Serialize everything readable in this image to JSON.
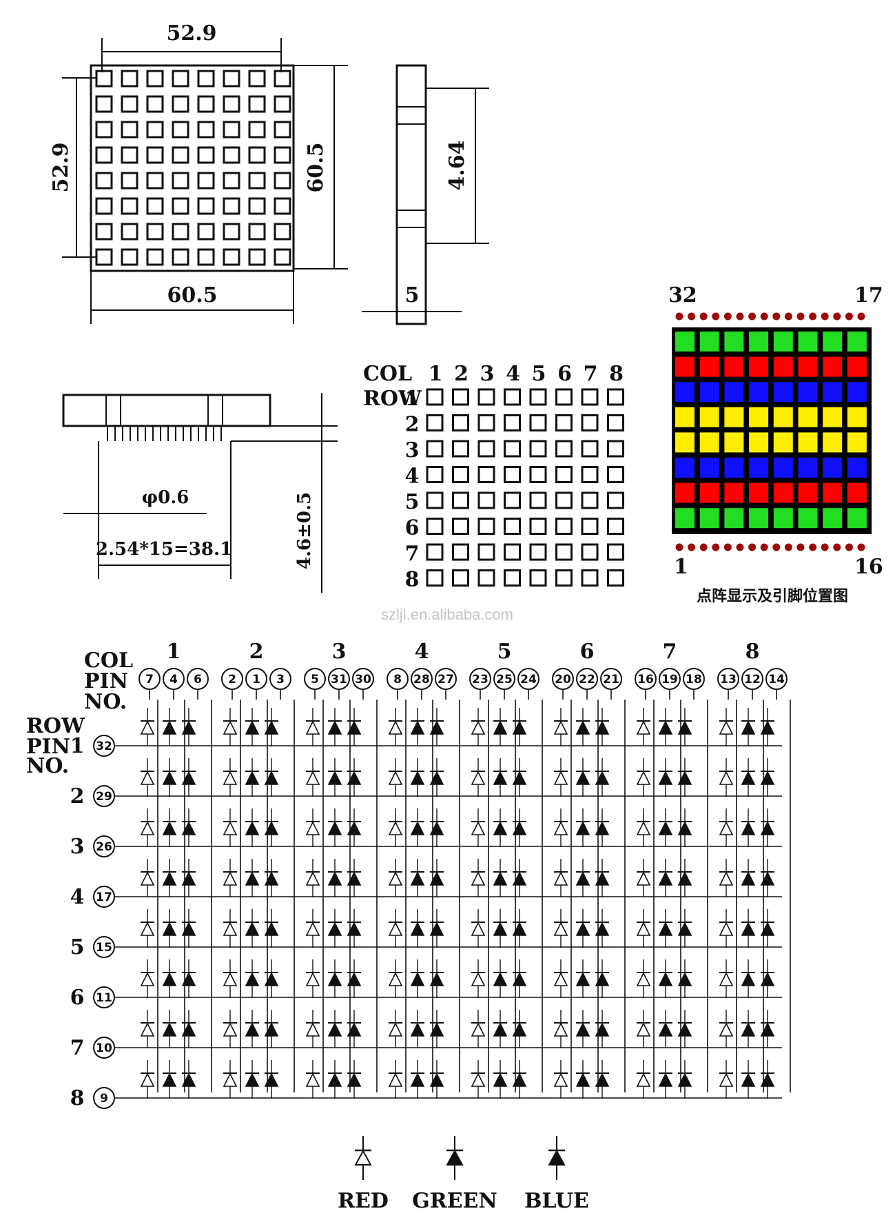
{
  "top_view": {
    "dim_inner_width": "52.9",
    "dim_inner_height": "52.9",
    "dim_outer_height": "60.5",
    "dim_outer_width": "60.5"
  },
  "side_view": {
    "dim_pin_span": "4.64",
    "dim_depth": "5"
  },
  "pin_view": {
    "dim_pin_diameter": "φ0.6",
    "dim_pitch": "2.54*15=38.1",
    "dim_pin_length": "4.6±0.5"
  },
  "grid_view": {
    "col_label": "COL",
    "row_label": "ROW",
    "col_numbers": [
      "1",
      "2",
      "3",
      "4",
      "5",
      "6",
      "7",
      "8"
    ],
    "row_numbers": [
      "1",
      "2",
      "3",
      "4",
      "5",
      "6",
      "7",
      "8"
    ]
  },
  "color_view": {
    "top_left_pin": "32",
    "top_right_pin": "17",
    "bottom_left_pin": "1",
    "bottom_right_pin": "16",
    "caption": "点阵显示及引脚位置图",
    "row_colors": [
      "#22dd22",
      "#ff0000",
      "#1010ff",
      "#ffee00",
      "#ffee00",
      "#1010ff",
      "#ff0000",
      "#22dd22"
    ],
    "dot_color": "#9a0a0a"
  },
  "watermark": "szljl.en.alibaba.com",
  "schematic": {
    "col_label": "COL",
    "pin_label": "PIN",
    "no_label": "NO.",
    "row_label": "ROW",
    "row_pin_label": "PIN",
    "row_no_label": "NO.",
    "col_numbers": [
      "1",
      "2",
      "3",
      "4",
      "5",
      "6",
      "7",
      "8"
    ],
    "col_pins": [
      [
        "7",
        "4",
        "6"
      ],
      [
        "2",
        "1",
        "3"
      ],
      [
        "5",
        "31",
        "30"
      ],
      [
        "8",
        "28",
        "27"
      ],
      [
        "23",
        "25",
        "24"
      ],
      [
        "20",
        "22",
        "21"
      ],
      [
        "16",
        "19",
        "18"
      ],
      [
        "13",
        "12",
        "14"
      ]
    ],
    "row_numbers": [
      "1",
      "2",
      "3",
      "4",
      "5",
      "6",
      "7",
      "8"
    ],
    "row_pins": [
      "32",
      "29",
      "26",
      "17",
      "15",
      "11",
      "10",
      "9"
    ]
  },
  "legend": {
    "red": "RED",
    "green": "GREEN",
    "blue": "BLUE"
  }
}
